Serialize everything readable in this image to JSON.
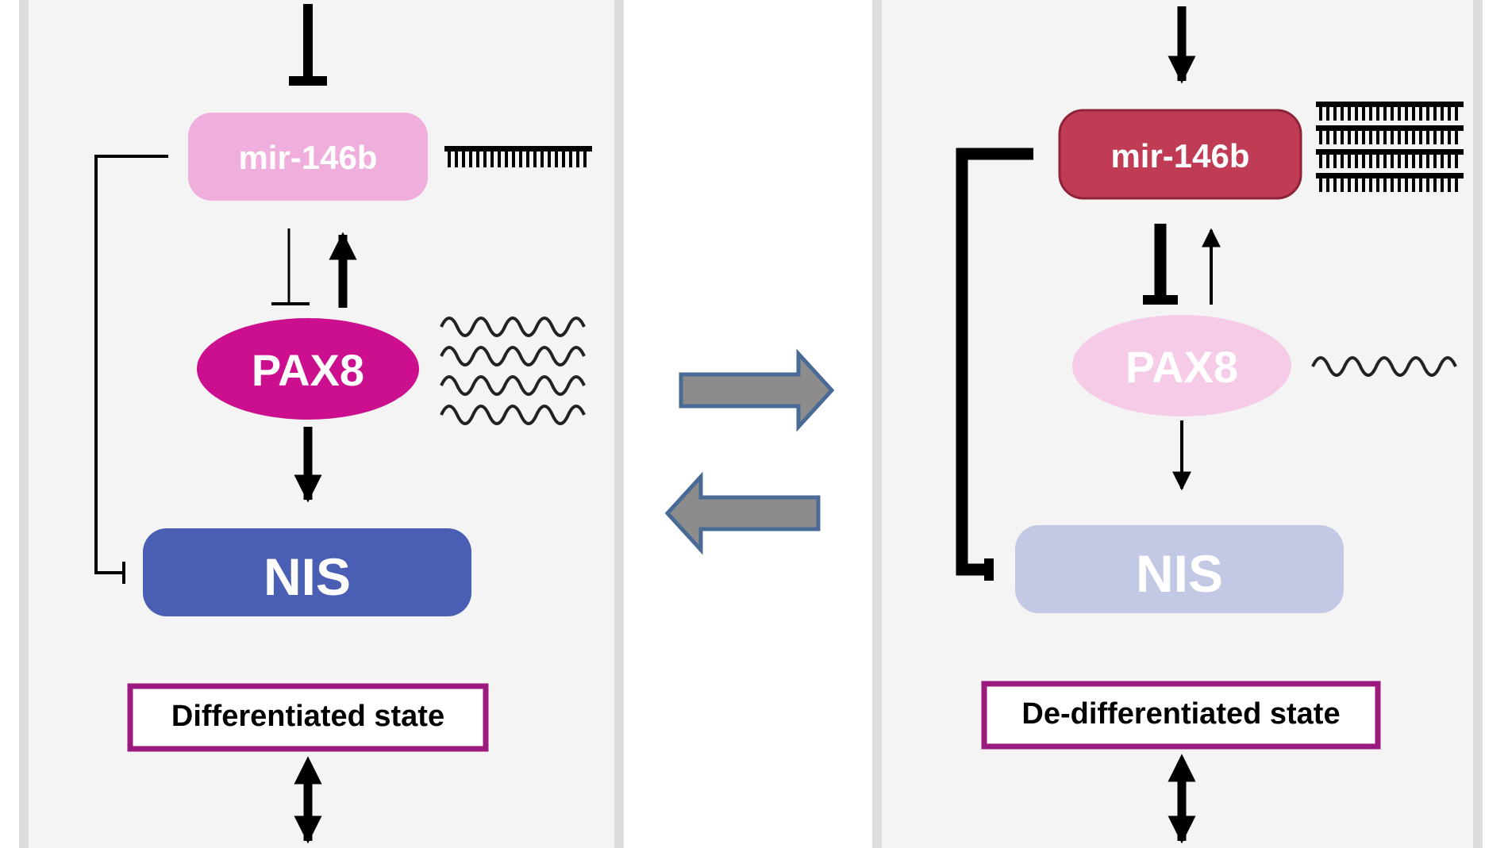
{
  "left_panel": {
    "mirna": "mir-146b",
    "pax8": "PAX8",
    "nis": "NIS",
    "state": "Differentiated state"
  },
  "right_panel": {
    "mirna": "mir-146b",
    "pax8": "PAX8",
    "nis": "NIS",
    "state": "De-differentiated state"
  },
  "colors": {
    "panel_bg": "#f4f4f4",
    "panel_border": "#dddddd",
    "mir_light": "#f0aedc",
    "mir_dark": "#c03c55",
    "pax8_strong": "#cc0f8e",
    "pax8_faded": "#f5cbe8",
    "nis_strong": "#4a5fb3",
    "nis_faded": "#c3c9e5",
    "state_border": "#9b1a7d",
    "arrow_fill": "#8c8c8c",
    "arrow_stroke": "#4a6a96"
  }
}
